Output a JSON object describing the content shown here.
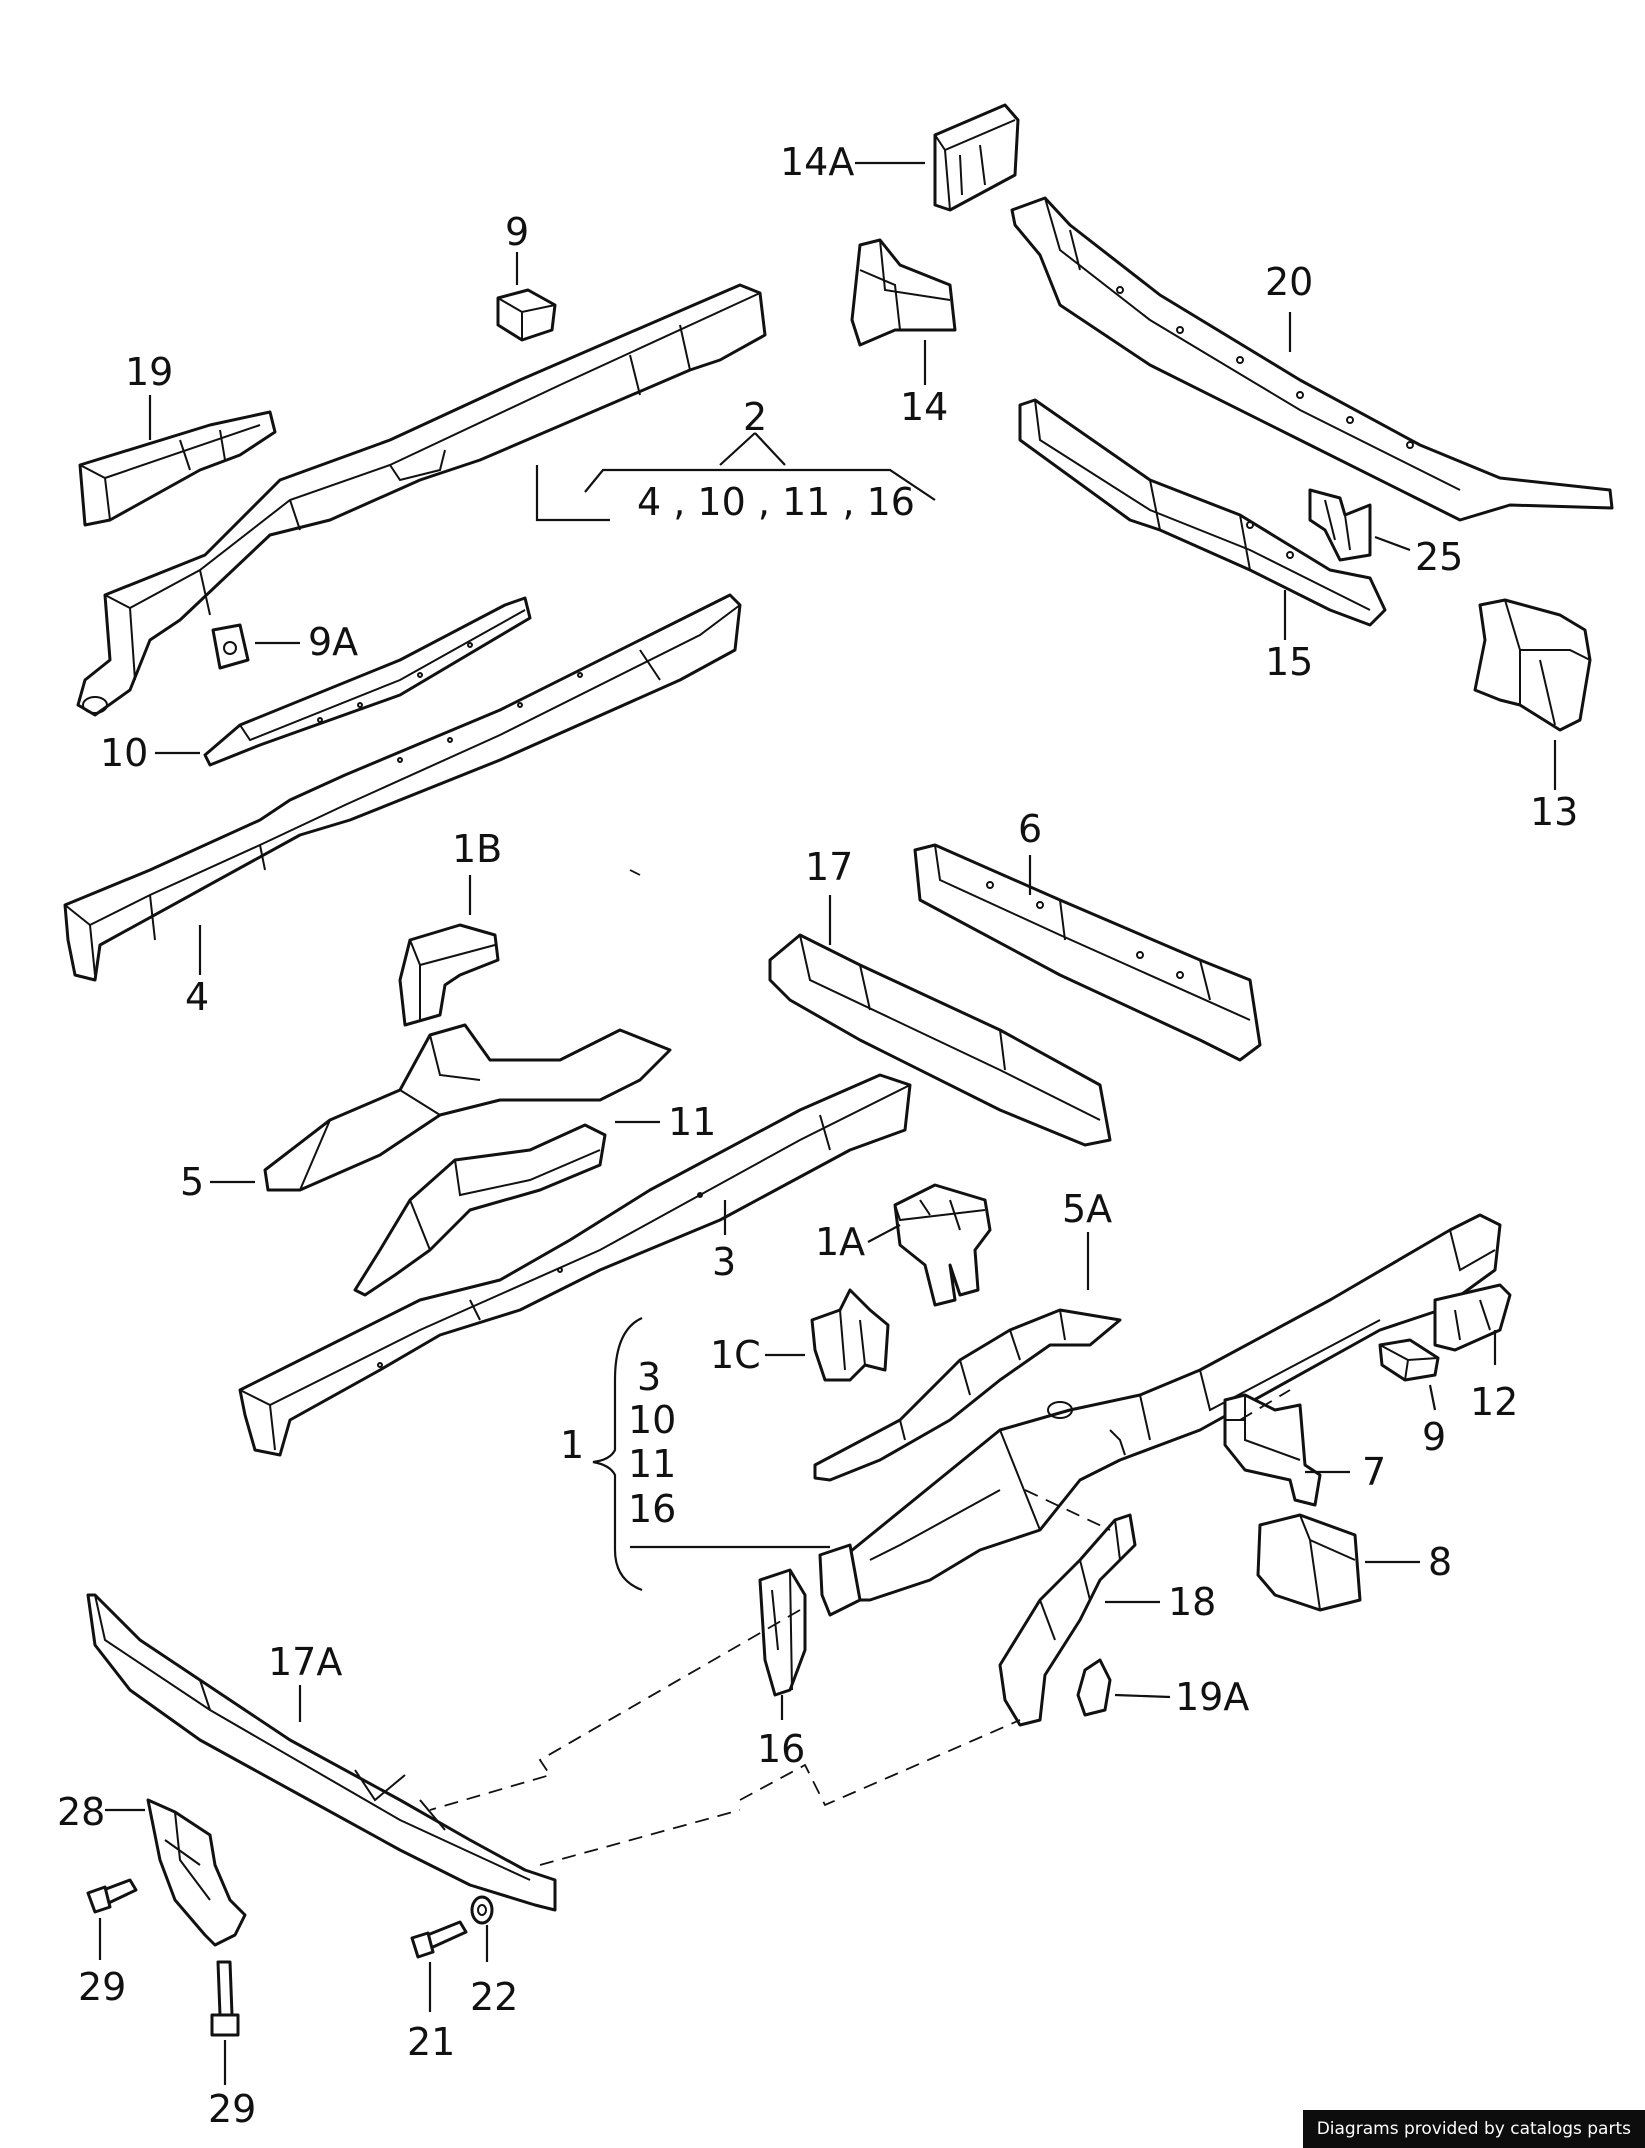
{
  "footer": "Diagrams provided by catalogs parts",
  "callouts": {
    "c14A": "14A",
    "c9_top": "9",
    "c20": "20",
    "c19": "19",
    "c2": "2",
    "c2_sub": "4 , 10 , 11 , 16",
    "c14": "14",
    "c25": "25",
    "c9A": "9A",
    "c15": "15",
    "c10": "10",
    "c13": "13",
    "c6": "6",
    "c17": "17",
    "c1B": "1B",
    "c4": "4",
    "c11": "11",
    "c5": "5",
    "c3": "3",
    "c1A": "1A",
    "c5A": "5A",
    "c1C": "1C",
    "c12": "12",
    "c9": "9",
    "c1": "1",
    "c1_3": "3",
    "c1_10": "10",
    "c1_11": "11",
    "c1_16": "16",
    "c7": "7",
    "c8": "8",
    "c18": "18",
    "c17A": "17A",
    "c19A": "19A",
    "c16": "16",
    "c28": "28",
    "c29_a": "29",
    "c22": "22",
    "c21": "21",
    "c29_b": "29"
  },
  "icons": [
    "chassis-frame-exploded-diagram"
  ]
}
